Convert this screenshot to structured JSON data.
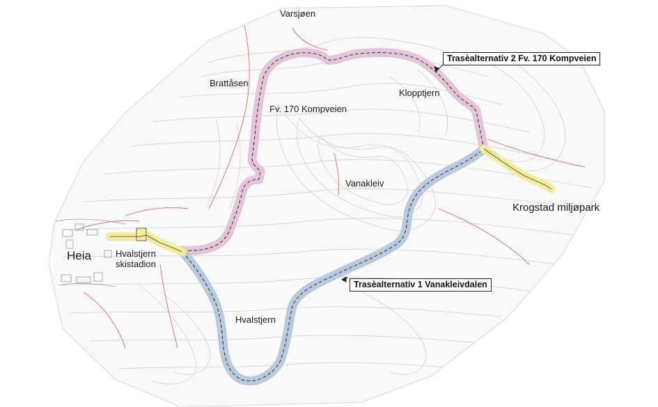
{
  "places": {
    "varsjoen": "Varsjøen",
    "brattasen": "Brattåsen",
    "kompveien": "Fv. 170 Kompveien",
    "klopptjern": "Klopptjern",
    "vanakleiv": "Vanakleiv",
    "krogstad": "Krogstad miljøpark",
    "heia": "Heia",
    "hvalstjern_ski_line1": "Hvalstjern",
    "hvalstjern_ski_line2": "skistadion",
    "hvalstjern": "Hvalstjern"
  },
  "callouts": {
    "alt2": "Trasèalternativ 2 Fv. 170 Kompveien",
    "alt1": "Trasèalternativ 1 Vanakleivdalen"
  },
  "colors": {
    "alt2_fill": "#e8c8dd",
    "alt1_fill": "#bccbe0",
    "shared_fill": "#f4eea6",
    "contour": "#c8c8c8",
    "boundary_red": "#d86a6a",
    "map_background": "#ffffff"
  }
}
